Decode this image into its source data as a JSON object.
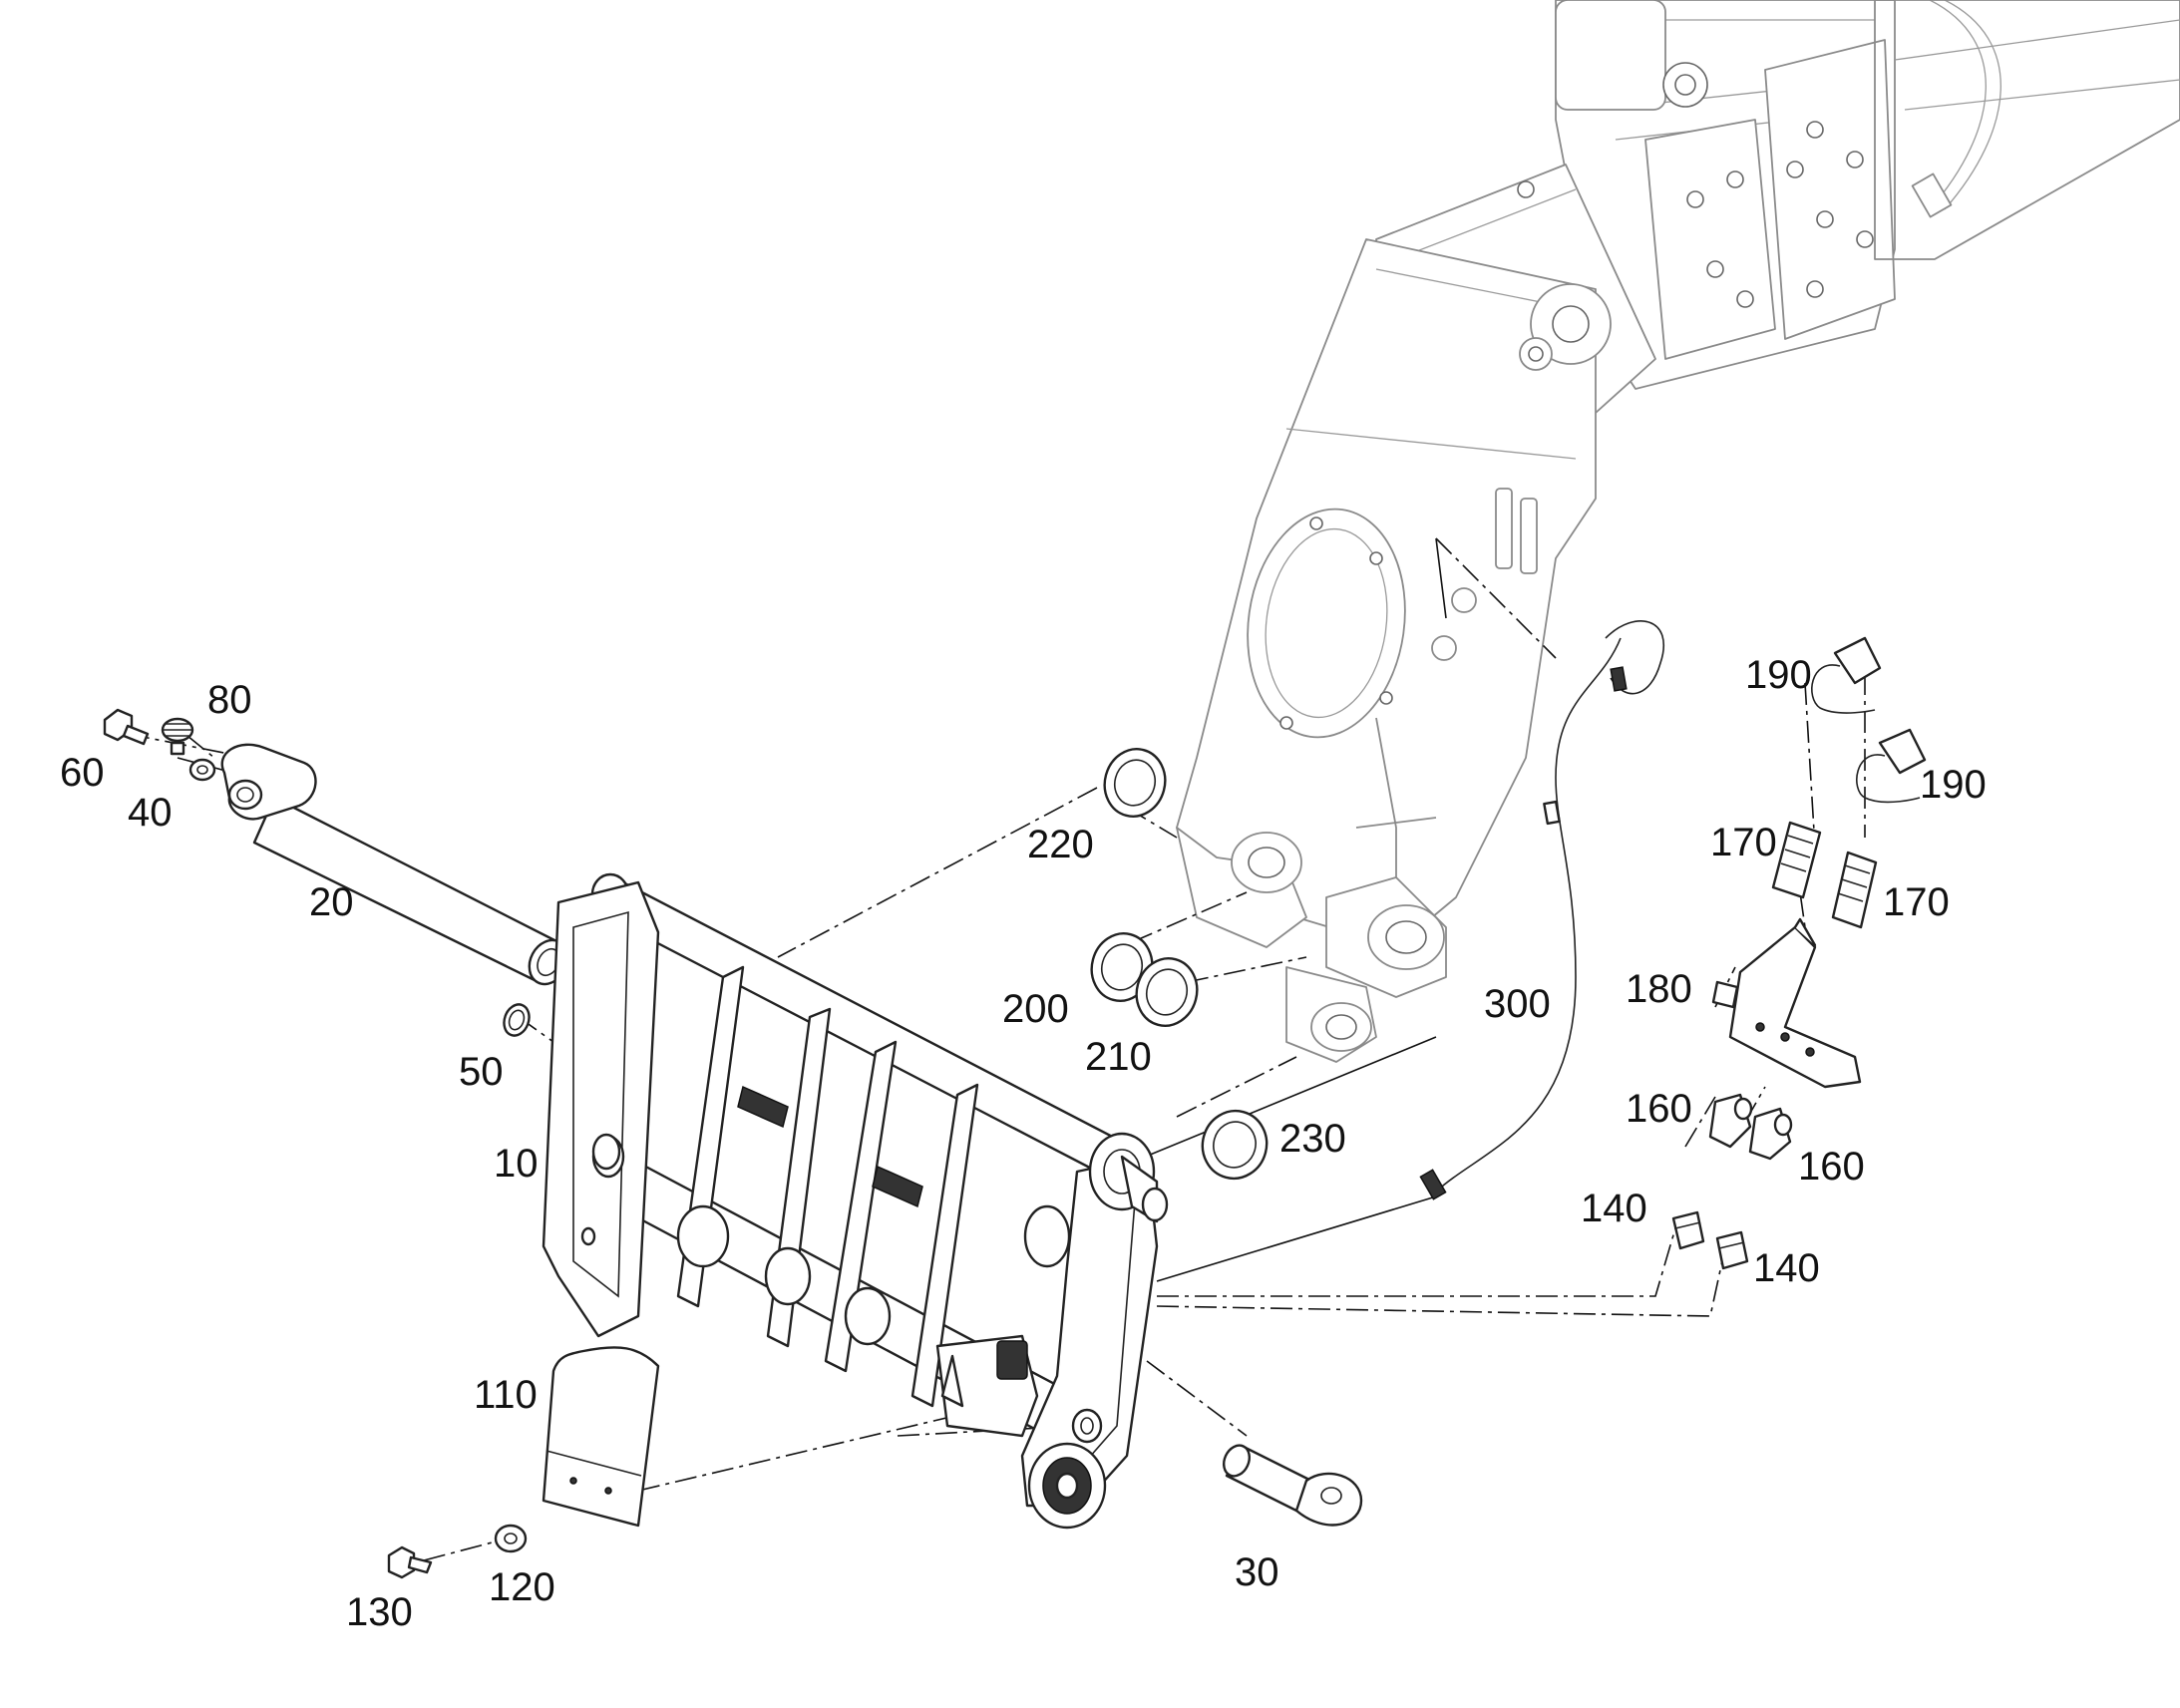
{
  "callouts": [
    {
      "id": "c10",
      "label": "10"
    },
    {
      "id": "c20",
      "label": "20"
    },
    {
      "id": "c30",
      "label": "30"
    },
    {
      "id": "c40",
      "label": "40"
    },
    {
      "id": "c50",
      "label": "50"
    },
    {
      "id": "c60",
      "label": "60"
    },
    {
      "id": "c80",
      "label": "80"
    },
    {
      "id": "c110",
      "label": "110"
    },
    {
      "id": "c120",
      "label": "120"
    },
    {
      "id": "c130",
      "label": "130"
    },
    {
      "id": "c140a",
      "label": "140"
    },
    {
      "id": "c140b",
      "label": "140"
    },
    {
      "id": "c160a",
      "label": "160"
    },
    {
      "id": "c160b",
      "label": "160"
    },
    {
      "id": "c170a",
      "label": "170"
    },
    {
      "id": "c170b",
      "label": "170"
    },
    {
      "id": "c180",
      "label": "180"
    },
    {
      "id": "c190a",
      "label": "190"
    },
    {
      "id": "c190b",
      "label": "190"
    },
    {
      "id": "c200",
      "label": "200"
    },
    {
      "id": "c210",
      "label": "210"
    },
    {
      "id": "c220",
      "label": "220"
    },
    {
      "id": "c230",
      "label": "230"
    },
    {
      "id": "c300",
      "label": "300"
    }
  ]
}
